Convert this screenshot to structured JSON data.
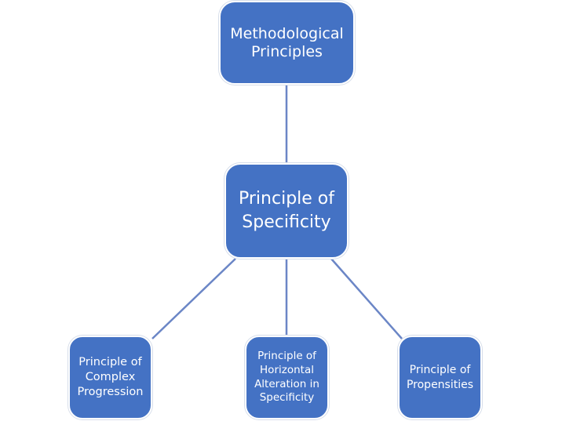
{
  "colors": {
    "node_fill": "#4472c4",
    "connector": "#6b86c6",
    "text": "#ffffff"
  },
  "diagram": {
    "root": {
      "label": "Methodological Principles"
    },
    "middle": {
      "label": "Principle of Specificity"
    },
    "children": [
      {
        "label": "Principle of Complex Progression"
      },
      {
        "label": "Principle of Horizontal Alteration in Specificity"
      },
      {
        "label": "Principle of Propensities"
      }
    ],
    "edges": [
      [
        "root",
        "middle"
      ],
      [
        "middle",
        "child-1"
      ],
      [
        "middle",
        "child-2"
      ],
      [
        "middle",
        "child-3"
      ]
    ]
  }
}
